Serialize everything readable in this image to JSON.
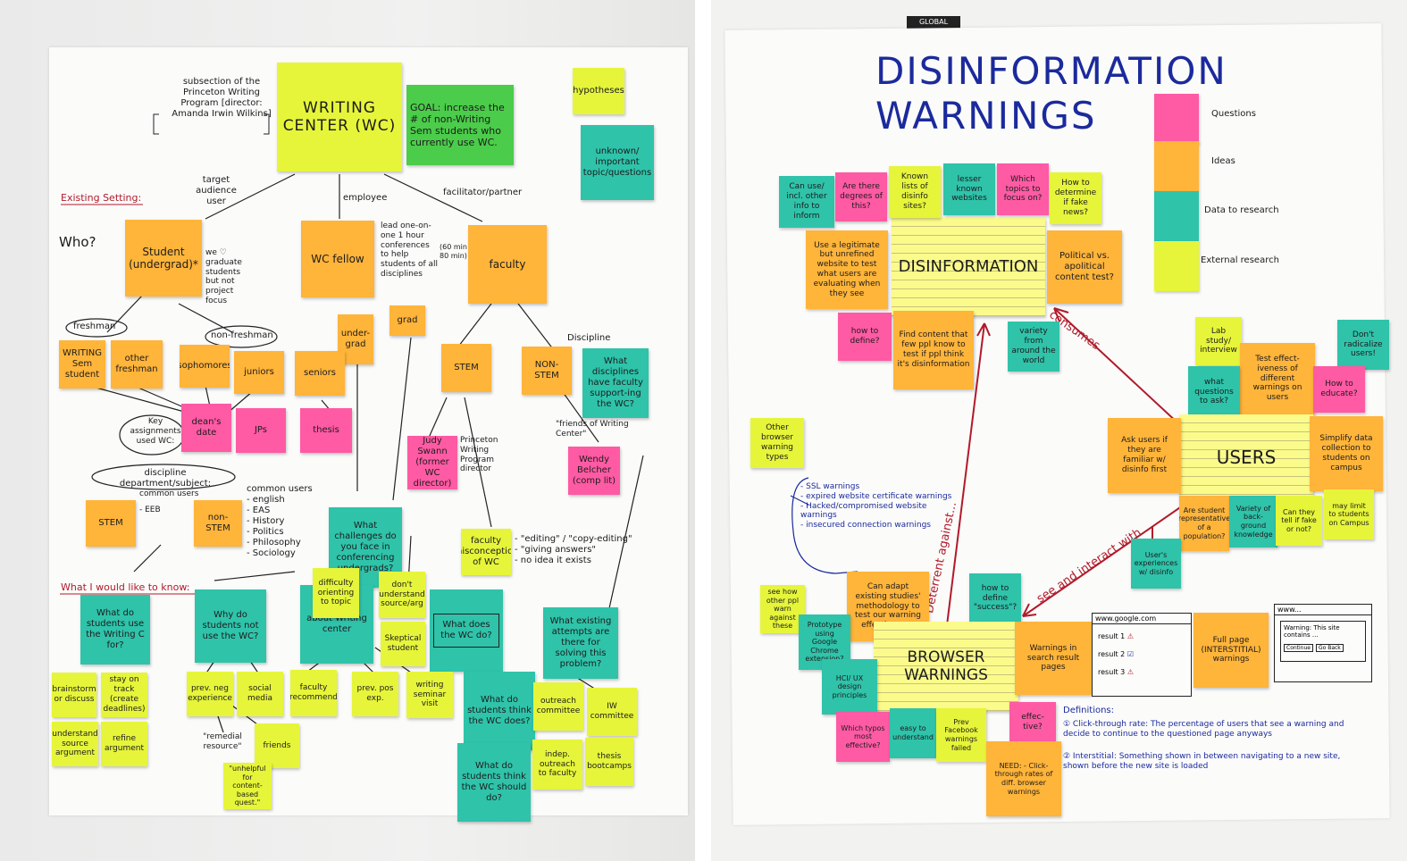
{
  "left_board": {
    "writing_center": "WRITING CENTER (WC)",
    "goal": "GOAL: increase the # of non-Writing Sem students who currently use WC.",
    "subsection": "subsection of the Princeton Writing Program [director: Amanda Irwin Wilkins]",
    "hypotheses": "hypotheses",
    "unknown_topic": "unknown/ important topic/questions",
    "existing_setting": "Existing Setting:",
    "who": "Who?",
    "target_audience": "target audience user",
    "employee": "employee",
    "facilitator": "facilitator/partner",
    "student": "Student (undergrad)*",
    "we_love": "we ♡ graduate students but not project focus",
    "wc_fellow": "WC fellow",
    "lead_conferences": "lead one-on-one 1 hour conferences to help students of all disciplines",
    "minutes": "(60 min / 80 min)",
    "faculty": "faculty",
    "freshman": "freshman",
    "non_freshman": "non-freshman",
    "undergrad": "under-grad",
    "grad": "grad",
    "discipline": "Discipline",
    "writing_sem": "WRITING Sem student",
    "other_freshman": "other freshman",
    "sophomores": "sophomores",
    "juniors": "juniors",
    "seniors": "seniors",
    "stem_o": "STEM",
    "non_stem_o": "NON-STEM",
    "what_disciplines": "What disciplines have faculty support-ing the WC?",
    "key_assignments": "Key assignments used WC:",
    "deans_date": "dean's date",
    "jps": "JPs",
    "thesis": "thesis",
    "judy": "Judy Swann (former WC director)",
    "princeton_wp": "Princeton Writing Program director",
    "friends": "\"friends of Writing Center\"",
    "wendy": "Wendy Belcher (comp lit)",
    "department": "discipline department/subject:",
    "common_users_1": "common users",
    "stem_y": "STEM",
    "eeb": "- EEB",
    "non_stem_y": "non-STEM",
    "common_users_list": "common users\n- english\n- EAS\n- History\n- Politics\n- Philosophy\n- Sociology",
    "what_challenges": "What challenges do you face in conferencing undergrads?",
    "faculty_misconception": "faculty misconception of WC",
    "misconceptions": "- \"editing\" / \"copy-editing\"\n- \"giving answers\"\n- no idea it exists",
    "what_like": "What I would like to know:",
    "what_do_students_use": "What do students use the Writing C for?",
    "why_not": "Why do students not use the WC?",
    "difficulty": "difficulty orienting to topic",
    "dont_understand": "don't understand source/arg",
    "about": "about Writing center",
    "skeptical": "Skeptical student",
    "what_does_wc": "What does the WC do?",
    "existing_attempts": "What existing attempts are there for solving this problem?",
    "brainstorm": "brainstorm or discuss",
    "stay_on_track": "stay on track (create deadlines)",
    "understand_source": "understand source argument",
    "refine": "refine argument",
    "prev_neg": "prev. neg experience",
    "social_media": "social media",
    "faculty_rec": "faculty recommend",
    "prev_pos": "prev. pos exp.",
    "writing_seminar_visit": "writing seminar visit",
    "remedial": "\"remedial resource\"",
    "friends_label": "friends",
    "unhelpful": "\"unhelpful for content-based quest.\"",
    "what_students_think_does": "What do students think the WC does?",
    "what_students_think_should": "What do students think the WC should do?",
    "outreach": "outreach committee",
    "iw": "IW committee",
    "indep_outreach": "indep. outreach to faculty",
    "thesis_bootcamps": "thesis bootcamps"
  },
  "right_board": {
    "wall_label": "GLOBAL",
    "title": "DISINFORMATION WARNINGS",
    "legend": [
      {
        "label": "Questions",
        "color": "#ff5aa4"
      },
      {
        "label": "Ideas",
        "color": "#ffb43a"
      },
      {
        "label": "Data to research",
        "color": "#2fc3aa"
      },
      {
        "label": "External research",
        "color": "#e6f53a"
      }
    ],
    "disinformation": "DISINFORMATION",
    "users": "USERS",
    "browser_warnings": "BROWSER WARNINGS",
    "consumes": "consumes",
    "deterrent": "Deterrent against...",
    "see_interact": "see and interact with",
    "can_use": "Can use/ incl. other info to inform",
    "degrees": "Are there degrees of this?",
    "known_lists": "Known lists of disinfo sites?",
    "lesser_known": "lesser known websites",
    "which_topics": "Which topics to focus on?",
    "how_determine": "How to determine if fake news?",
    "use_legitimate": "Use a legitimate but unrefined website to test what users are evaluating when they see",
    "political": "Political vs. apolitical content test?",
    "how_define": "how to define?",
    "find_content": "Find content that few ppl know to test if ppl think it's disinformation",
    "variety_world": "variety from around the world",
    "lab_study": "Lab study/ interview",
    "test_effect": "Test effect-iveness of different warnings on users",
    "dont_radicalize": "Don't radicalize users!",
    "what_questions": "what questions to ask?",
    "how_educate": "How to educate?",
    "ask_users": "Ask users if they are familiar w/ disinfo first",
    "simplify": "Simplify data collection to students on campus",
    "other_browser": "Other browser warning types",
    "warning_types": "- SSL warnings\n- expired website certificate warnings\n- Hacked/compromised website warnings\n- insecured connection warnings",
    "student_rep": "Are student representative of a population?",
    "variety_bg": "Variety of back-ground knowledge",
    "can_they_tell": "Can they tell if fake or not?",
    "may_limit": "may limit to students on Campus",
    "users_experience": "User's experiences w/ disinfo",
    "see_how": "see how other ppl warn against these",
    "can_adapt": "Can adapt existing studies' methodology to test our warning effectiveness",
    "how_define_success": "how to define \"success\"?",
    "prototype": "Prototype using Google Chrome extension?",
    "hci": "HCI/ UX design principles",
    "warnings_search": "Warnings in search result pages",
    "full_page": "Full page (INTERSTITIAL) warnings",
    "browser1_url": "www.google.com",
    "result1": "result 1",
    "result2": "result 2",
    "result3": "result 3",
    "browser2_url": "www...",
    "warning_text": "Warning: This site contains ...",
    "continue_btn": "Continue",
    "go_back_btn": "Go Back",
    "which_typos": "Which typos most effective?",
    "easy_understand": "easy to understand",
    "prev_facebook": "Prev Facebook warnings failed",
    "effective": "effec-tive?",
    "need": "NEED: - Click-through rates of diff. browser warnings",
    "definitions_title": "Definitions:",
    "def1": "① Click-through rate: The percentage of users that see a warning and decide to continue to the questioned page anyways",
    "def2": "② Interstitial: Something shown in between navigating to a new site, shown before the new site is loaded"
  }
}
